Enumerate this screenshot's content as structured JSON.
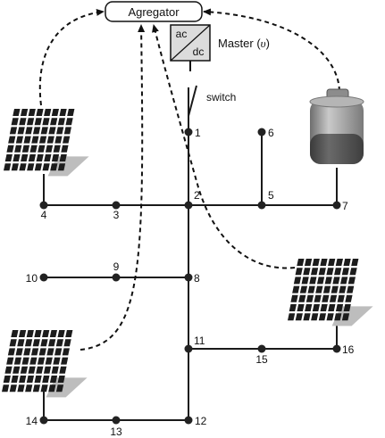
{
  "aggregator_label": "Agregator",
  "converter_top": "ac",
  "converter_bottom": "dc",
  "master_label": "Master (",
  "master_symbol": "υ",
  "master_close": ")",
  "switch_label": "switch",
  "nodes": [
    {
      "id": "1",
      "label": "1"
    },
    {
      "id": "2",
      "label": "2"
    },
    {
      "id": "3",
      "label": "3"
    },
    {
      "id": "4",
      "label": "4"
    },
    {
      "id": "5",
      "label": "5"
    },
    {
      "id": "6",
      "label": "6"
    },
    {
      "id": "7",
      "label": "7"
    },
    {
      "id": "8",
      "label": "8"
    },
    {
      "id": "9",
      "label": "9"
    },
    {
      "id": "10",
      "label": "10"
    },
    {
      "id": "11",
      "label": "11"
    },
    {
      "id": "12",
      "label": "12"
    },
    {
      "id": "13",
      "label": "13"
    },
    {
      "id": "14",
      "label": "14"
    },
    {
      "id": "15",
      "label": "15"
    },
    {
      "id": "16",
      "label": "16"
    }
  ],
  "colors": {
    "line": "#1a1a1a",
    "node": "#222222",
    "panel_cell": "#1c1c1c",
    "panel_shadow": "#bdbdbd",
    "battery_body": "#9a9a9a",
    "battery_dark": "#4a4a4a"
  }
}
